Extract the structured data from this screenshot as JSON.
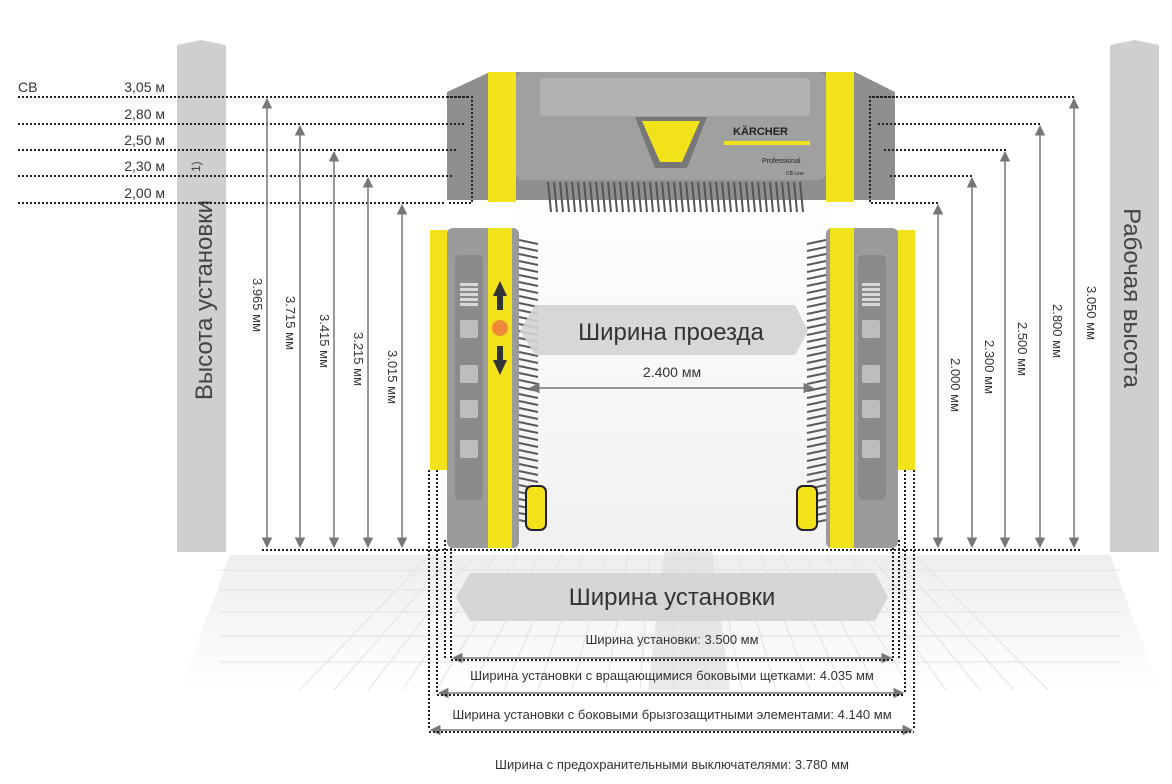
{
  "left_axis_title": "Высота установки",
  "left_axis_superscript": "1)",
  "right_axis_title": "Рабочая высота",
  "height_classes": [
    {
      "label": "CB",
      "value": "3,05 м"
    },
    {
      "label": "",
      "value": "2,80 м"
    },
    {
      "label": "",
      "value": "2,50 м"
    },
    {
      "label": "",
      "value": "2,30 м"
    },
    {
      "label": "",
      "value": "2,00 м"
    }
  ],
  "install_heights": [
    "3.965 мм",
    "3.715 мм",
    "3.415 мм",
    "3.215 мм",
    "3.015 мм"
  ],
  "working_heights": [
    "2.000 мм",
    "2.300 мм",
    "2.500 мм",
    "2.800 мм",
    "3.050 мм"
  ],
  "passage": {
    "title": "Ширина проезда",
    "value": "2.400 мм"
  },
  "install_width_title": "Ширина установки",
  "widths": [
    "Ширина установки: 3.500 мм",
    "Ширина установки с вращающимися боковыми щетками: 4.035 мм",
    "Ширина установки с боковыми брызгозащитными элементами: 4.140 мм",
    "Ширина с предохранительными выключателями: 3.780 мм"
  ],
  "machine": {
    "brand": "KÄRCHER",
    "model": "Professional",
    "line": "CB Line"
  },
  "colors": {
    "yellow": "#f2e21a",
    "gray": "#9b9b9b",
    "dark": "#555555",
    "bar": "#cfcfcf"
  }
}
